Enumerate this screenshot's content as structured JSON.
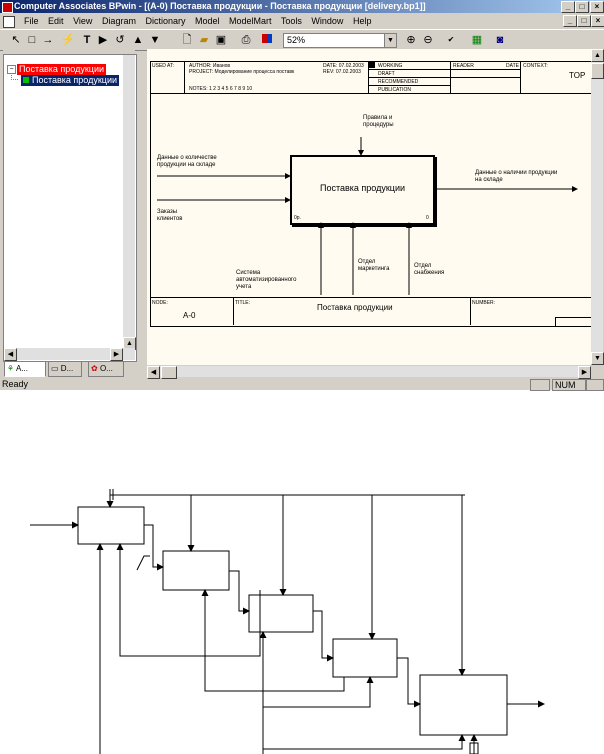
{
  "window": {
    "title": "Computer Associates BPwin - [(A-0) Поставка продукции - Поставка продукции  [delivery.bp1]]",
    "controls": [
      "_",
      "□",
      "×"
    ]
  },
  "menu": [
    "File",
    "Edit",
    "View",
    "Diagram",
    "Dictionary",
    "Model",
    "ModelMart",
    "Tools",
    "Window",
    "Help"
  ],
  "toolbar": {
    "zoom": "52%"
  },
  "tree": {
    "root": "Поставка продукции",
    "child": "Поставка продукции"
  },
  "tabs": [
    "A...",
    "D...",
    "O..."
  ],
  "status": {
    "left": "Ready",
    "num": "NUM"
  },
  "diagram": {
    "header": {
      "used_at": "USED AT:",
      "author": "AUTHOR: Иванов",
      "project": "PROJECT: Моделирование процесса поставк",
      "date": "DATE: 07.02.2003",
      "rev": "REV: 07.02.2003",
      "notes": "NOTES: 1 2 3 4 5 6 7 8 9 10",
      "status": [
        "WORKING",
        "DRAFT",
        "RECOMMENDED",
        "PUBLICATION"
      ],
      "reader": "READER",
      "date2": "DATE",
      "context_label": "CONTEXT:",
      "context_value": "TOP"
    },
    "box_title": "Поставка продукции",
    "box_cost": "0р.",
    "box_num": "0",
    "control": "Правила и процедуры",
    "inputs": [
      "Данные о количестве продукции на складе",
      "Заказы клиентов"
    ],
    "output": "Данные о наличии продукции на складе",
    "mechanisms": [
      "Система автоматизированного учета",
      "Отдел маркетинга",
      "Отдел снабжения"
    ],
    "footer": {
      "node_label": "NODE:",
      "node_value": "A-0",
      "title_label": "TITLE:",
      "title_value": "Поставка продукции",
      "number_label": "NUMBER:"
    }
  }
}
